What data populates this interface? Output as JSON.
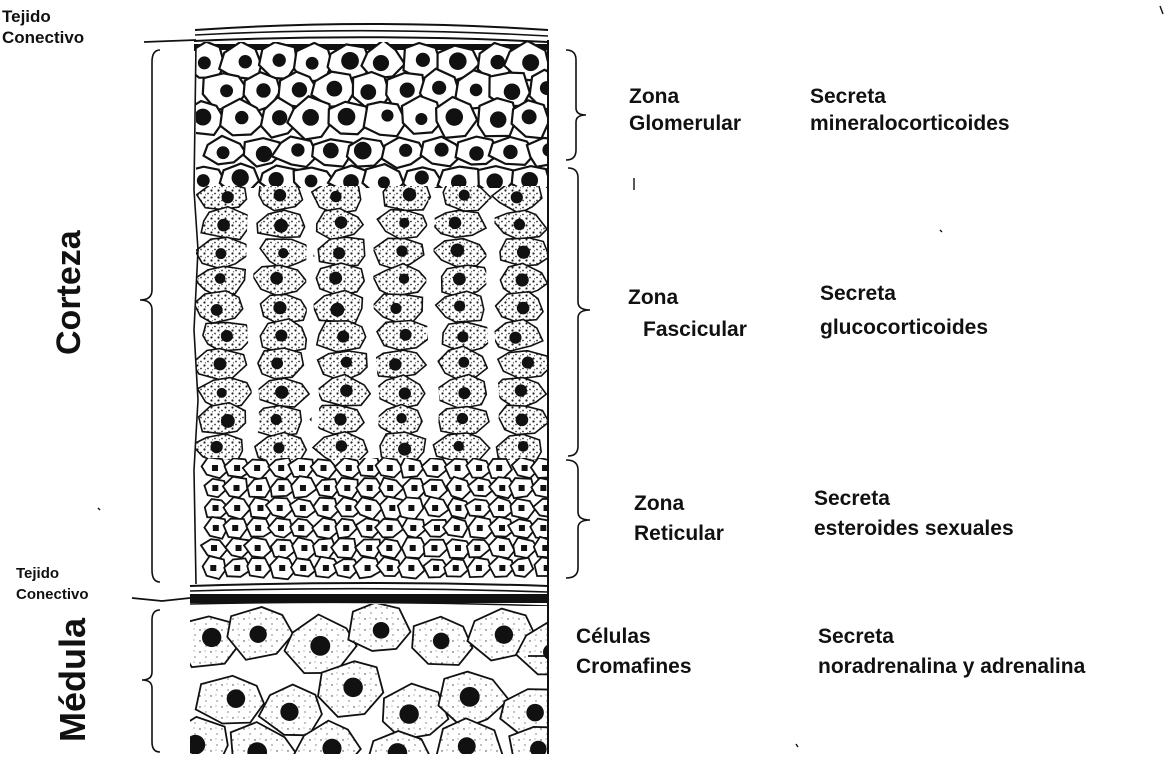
{
  "tissue_top": [
    "Tejido",
    "Conectivo"
  ],
  "tissue_bottom": [
    "Tejido",
    "Conectivo"
  ],
  "cortex_label": "Corteza",
  "medulla_label": "Médula",
  "zones": [
    {
      "name": [
        "Zona",
        "Glomerular"
      ],
      "secretes": [
        "Secreta",
        "mineralocorticoides"
      ]
    },
    {
      "name": [
        "Zona",
        "Fascicular"
      ],
      "secretes": [
        "Secreta",
        "glucocorticoides"
      ]
    },
    {
      "name": [
        "Zona",
        "Reticular"
      ],
      "secretes": [
        "Secreta",
        "esteroides sexuales"
      ]
    },
    {
      "name": [
        "Células",
        "Cromafines"
      ],
      "secretes": [
        "Secreta",
        "noradrenalina y adrenalina"
      ]
    }
  ]
}
